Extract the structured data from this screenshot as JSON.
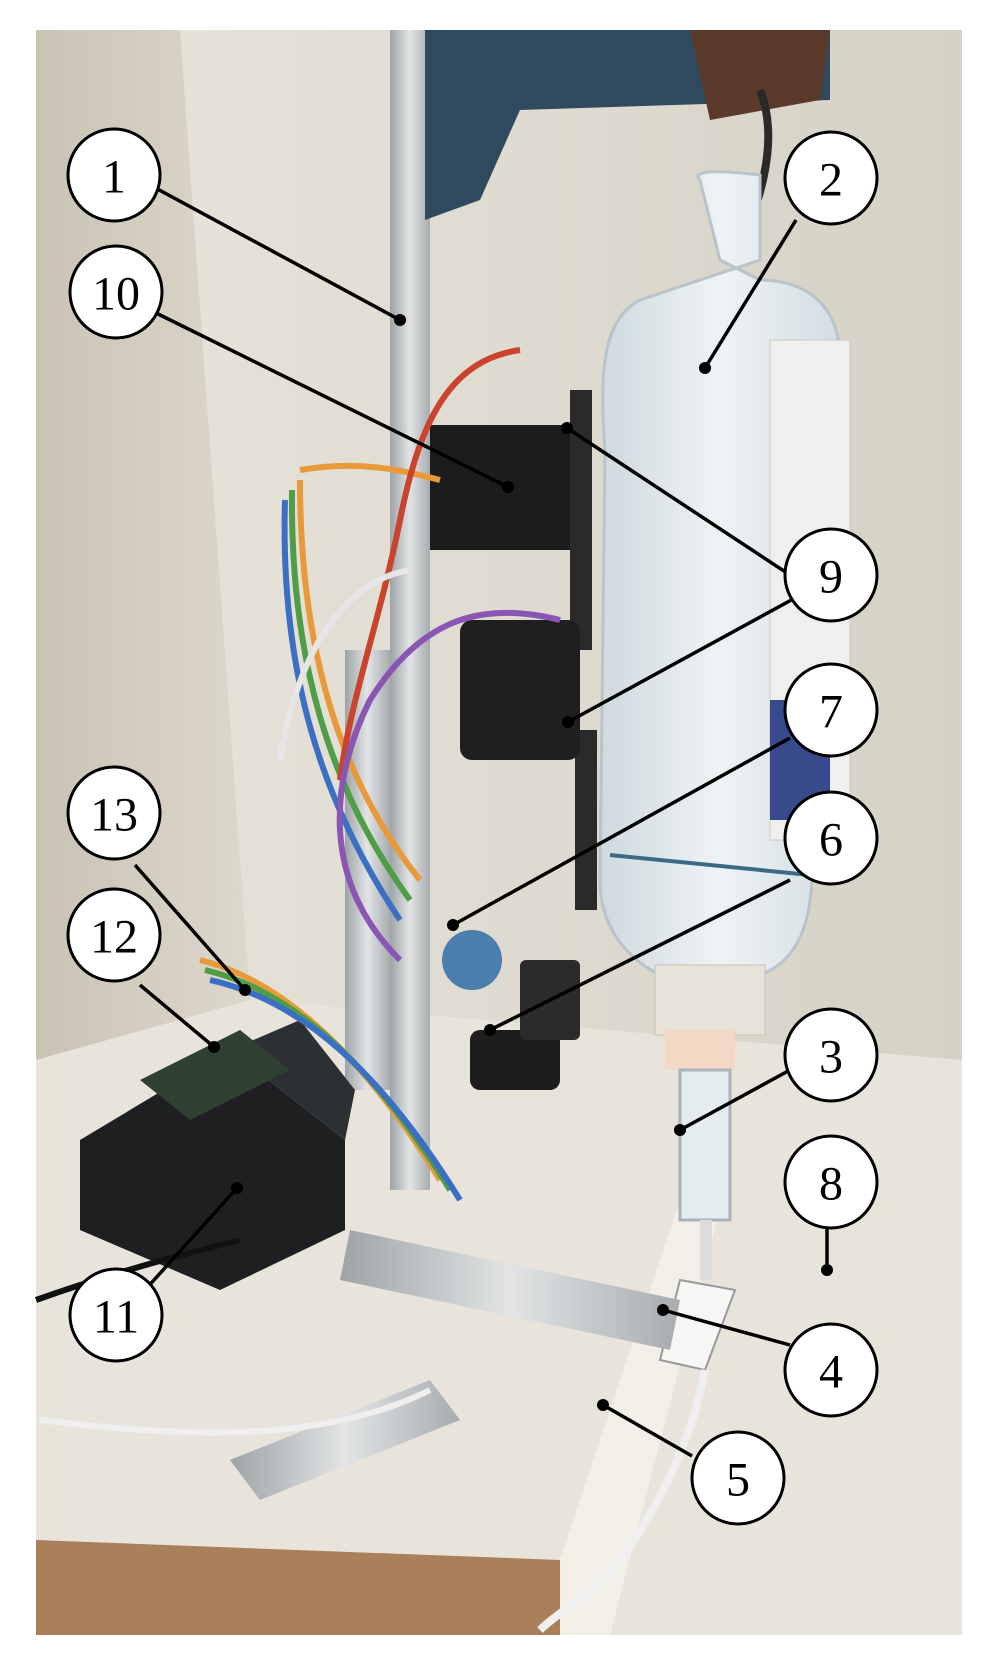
{
  "figure": {
    "description_colors": {
      "background": "#ffffff",
      "wall": "#d9d4c8",
      "aluminium": "#b8bbbd",
      "bracket_blue": "#2f4a5e",
      "bag": "#e4ebee",
      "motor": "#1d1f21"
    },
    "callouts": [
      {
        "id": "c1",
        "label": "1"
      },
      {
        "id": "c2",
        "label": "2"
      },
      {
        "id": "c10",
        "label": "10"
      },
      {
        "id": "c9a",
        "label": "9"
      },
      {
        "id": "c7",
        "label": "7"
      },
      {
        "id": "c6",
        "label": "6"
      },
      {
        "id": "c13",
        "label": "13"
      },
      {
        "id": "c12",
        "label": "12"
      },
      {
        "id": "c3",
        "label": "3"
      },
      {
        "id": "c8",
        "label": "8"
      },
      {
        "id": "c11",
        "label": "11"
      },
      {
        "id": "c4",
        "label": "4"
      },
      {
        "id": "c5",
        "label": "5"
      }
    ]
  }
}
